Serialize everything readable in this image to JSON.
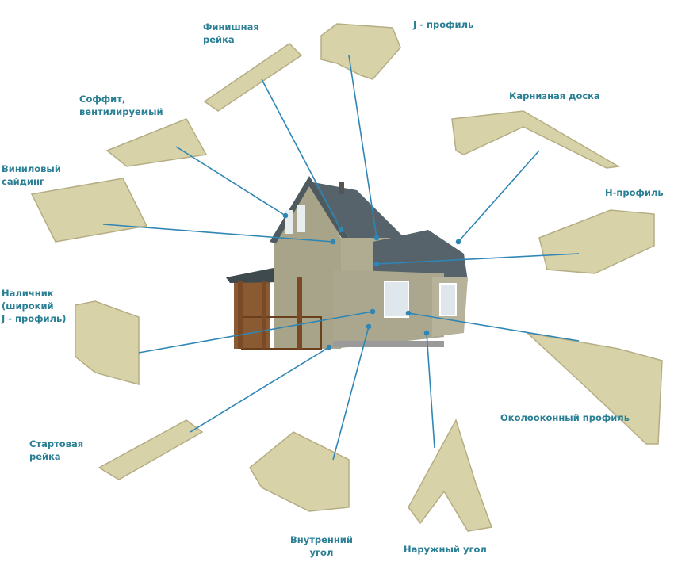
{
  "labels": {
    "finish_strip": [
      "Финишная",
      "рейка"
    ],
    "j_profile": "J - профиль",
    "soffit": [
      "Соффит,",
      "вентилируемый"
    ],
    "eaves_board": "Карнизная доска",
    "vinyl_siding": [
      "Виниловый",
      "сайдинг"
    ],
    "h_profile": "H-профиль",
    "casing": [
      "Наличник",
      "(широкий",
      "J - профиль)"
    ],
    "window_profile": "Околооконный профиль",
    "starter_strip": [
      "Стартовая",
      "рейка"
    ],
    "inner_corner": [
      "Внутренний",
      "угол"
    ],
    "outer_corner": "Наружный угол"
  },
  "colors": {
    "label": "#2a7f94",
    "leader_line": "#2f86b5",
    "panel": "#d8d2a8",
    "panel_shade": "#b5ae84",
    "roof": "#4e5a5e",
    "wall": "#a8a48a"
  }
}
